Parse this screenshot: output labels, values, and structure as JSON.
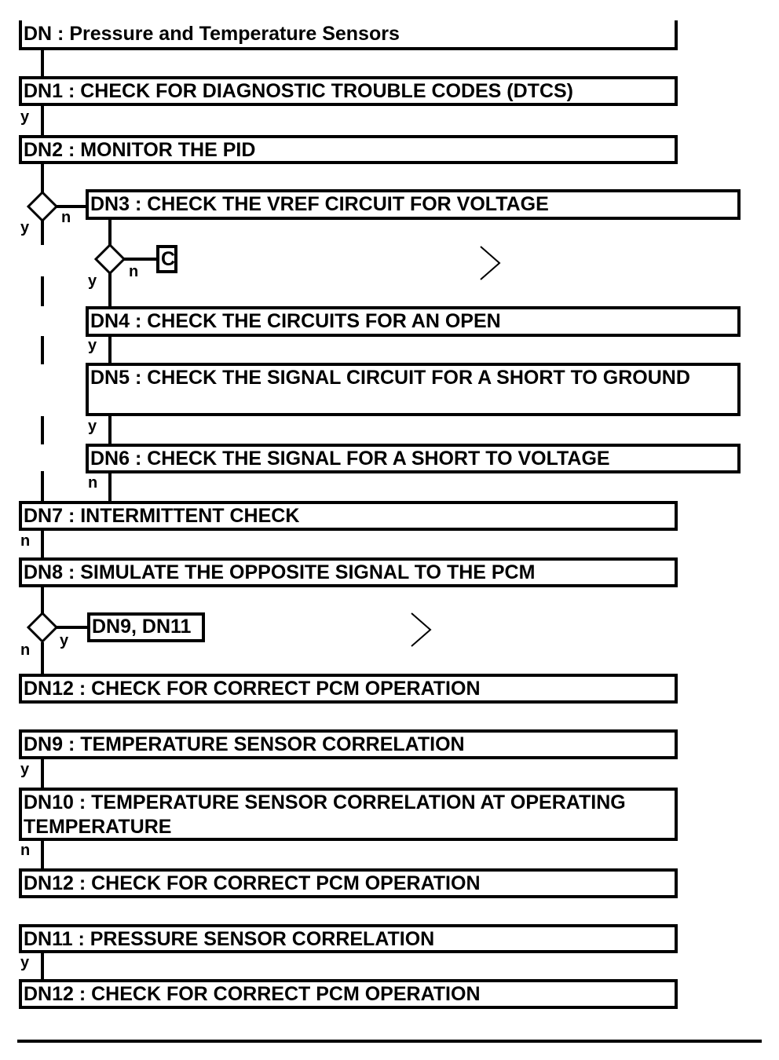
{
  "diagram": {
    "title_box": "DN : Pressure and Temperature Sensors",
    "steps": {
      "dn1": "DN1 : CHECK FOR DIAGNOSTIC TROUBLE CODES (DTCS)",
      "dn2": "DN2 : MONITOR THE PID",
      "dn3": "DN3 : CHECK THE VREF CIRCUIT FOR VOLTAGE",
      "c": "C",
      "dn4": "DN4 : CHECK THE CIRCUITS FOR AN OPEN",
      "dn5": "DN5 : CHECK THE SIGNAL CIRCUIT FOR A SHORT TO GROUND",
      "dn6": "DN6 : CHECK THE SIGNAL FOR A SHORT TO VOLTAGE",
      "dn7": "DN7 : INTERMITTENT CHECK",
      "dn8": "DN8 : SIMULATE THE OPPOSITE SIGNAL TO THE PCM",
      "dn9_dn11": "DN9, DN11",
      "dn12_a": "DN12 : CHECK FOR CORRECT PCM OPERATION",
      "dn9": "DN9 : TEMPERATURE SENSOR CORRELATION",
      "dn10": "DN10 : TEMPERATURE SENSOR CORRELATION AT OPERATING TEMPERATURE",
      "dn12_b": "DN12 : CHECK FOR CORRECT PCM OPERATION",
      "dn11": "DN11 : PRESSURE SENSOR CORRELATION",
      "dn12_c": "DN12 : CHECK FOR CORRECT PCM OPERATION"
    },
    "branch_labels": {
      "y_dn1": "y",
      "n_dn2": "n",
      "y_dn2": "y",
      "n_dn3": "n",
      "y_dn3": "y",
      "y_dn4": "y",
      "y_dn5": "y",
      "n_dn6": "n",
      "n_dn7": "n",
      "y_dn8": "y",
      "n_dn8": "n",
      "y_dn9": "y",
      "n_dn10": "n",
      "y_dn11": "y"
    }
  }
}
